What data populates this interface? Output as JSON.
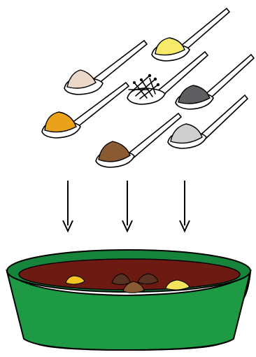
{
  "illustration": {
    "spoons": [
      {
        "id": "beige",
        "color": "#ecd8c8"
      },
      {
        "id": "yellow",
        "color": "#f7ea6a"
      },
      {
        "id": "cloves",
        "color": "#ffffff"
      },
      {
        "id": "dark-gray",
        "color": "#5f5f61"
      },
      {
        "id": "orange",
        "color": "#eaa21d"
      },
      {
        "id": "brown",
        "color": "#8a5a32"
      },
      {
        "id": "light-gray",
        "color": "#cfcfcf"
      }
    ],
    "arrow_count": 3,
    "bowl": {
      "outer_color": "#1e9a45",
      "rim_color": "#16843a",
      "broth_color": "#6d1a13"
    },
    "floating_spices": [
      {
        "id": "yellow-left",
        "color": "#f5c524"
      },
      {
        "id": "dark-1",
        "color": "#5a3222"
      },
      {
        "id": "dark-2",
        "color": "#5a3222"
      },
      {
        "id": "brown-center",
        "color": "#8a5a32"
      },
      {
        "id": "yellow-right",
        "color": "#f3e45b"
      }
    ]
  }
}
